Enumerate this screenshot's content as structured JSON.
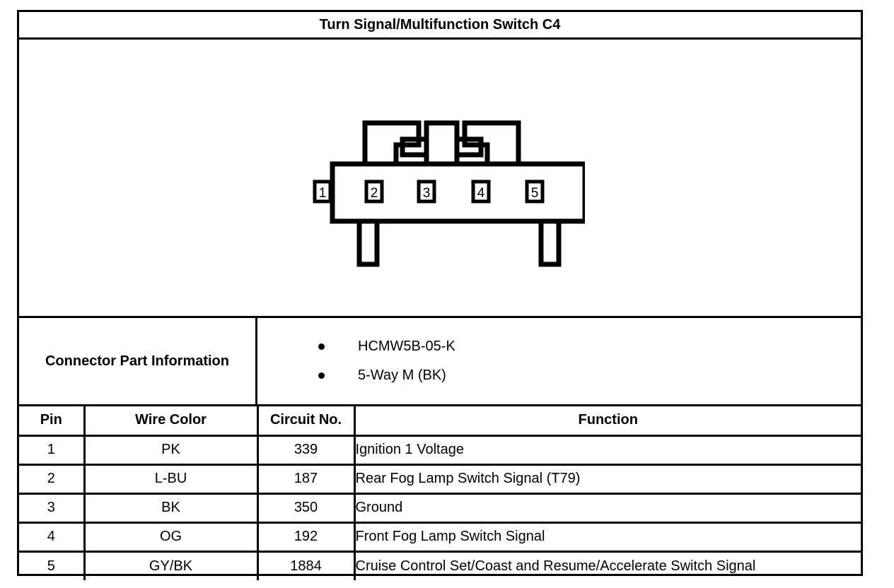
{
  "document": {
    "title": "Turn Signal/Multifunction Switch C4"
  },
  "diagram": {
    "name": "connector-end-view",
    "description": "5-way male connector end view with latch tab on top and two mounting legs below",
    "pins": [
      "1",
      "2",
      "3",
      "4",
      "5"
    ]
  },
  "connector_part_information": {
    "label": "Connector Part Information",
    "items": [
      "HCMW5B-05-K",
      "5-Way M (BK)"
    ]
  },
  "pin_table": {
    "headers": [
      "Pin",
      "Wire Color",
      "Circuit No.",
      "Function"
    ],
    "rows": [
      {
        "pin": "1",
        "wire_color": "PK",
        "circuit_no": "339",
        "function": "Ignition 1 Voltage"
      },
      {
        "pin": "2",
        "wire_color": "L-BU",
        "circuit_no": "187",
        "function": "Rear Fog Lamp Switch Signal (T79)"
      },
      {
        "pin": "3",
        "wire_color": "BK",
        "circuit_no": "350",
        "function": "Ground"
      },
      {
        "pin": "4",
        "wire_color": "OG",
        "circuit_no": "192",
        "function": "Front Fog Lamp Switch Signal"
      },
      {
        "pin": "5",
        "wire_color": "GY/BK",
        "circuit_no": "1884",
        "function": "Cruise Control Set/Coast and Resume/Accelerate Switch Signal"
      }
    ]
  },
  "colors": {
    "ink": "#000000",
    "paper": "#ffffff"
  }
}
